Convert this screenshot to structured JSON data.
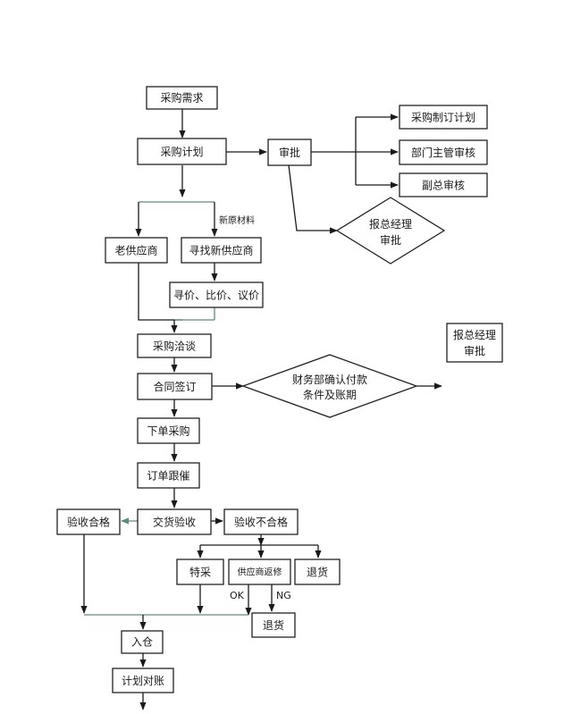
{
  "nodes": {
    "purchase_demand": "采购需求",
    "purchase_plan": "采购计划",
    "approval": "审批",
    "purchase_planning": "采购制订计划",
    "dept_head_review": "部门主管审核",
    "vice_gm_review": "副总审核",
    "gm_approval_diamond": [
      "报总经理",
      "审批"
    ],
    "new_material_note": "新原材料",
    "old_supplier": "老供应商",
    "find_new_supplier": "寻找新供应商",
    "price_compare": "寻价、比价、议价",
    "purchase_negotiation": "采购洽谈",
    "gm_approval_box": [
      "报总经理",
      "审批"
    ],
    "contract_signing": "合同签订",
    "finance_confirm": [
      "财务部确认付款",
      "条件及账期"
    ],
    "place_order": "下单采购",
    "order_followup": "订单跟催",
    "acceptance_pass": "验收合格",
    "delivery_inspection": "交货验收",
    "acceptance_fail": "验收不合格",
    "special_acceptance": "特采",
    "supplier_repair": "供应商返修",
    "return_goods_1": "退货",
    "ok_label": "OK",
    "ng_label": "NG",
    "return_goods_2": "退货",
    "warehousing": "入仓",
    "plan_reconciliation": "计划对账"
  },
  "colors": {
    "line": "#1a1a1a",
    "accent_line": "#5f8a78",
    "box_border": "#222222",
    "background": "#ffffff"
  }
}
